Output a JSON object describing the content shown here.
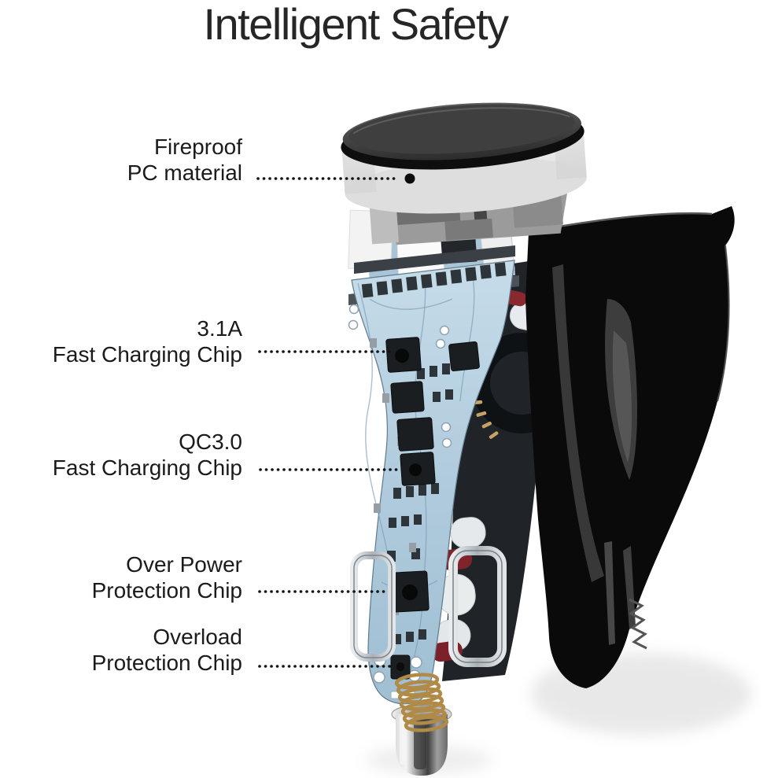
{
  "title": "Intelligent Safety",
  "labels": [
    {
      "line1": "Fireproof",
      "line2": "PC material"
    },
    {
      "line1": "3.1A",
      "line2": "Fast Charging Chip"
    },
    {
      "line1": "QC3.0",
      "line2": "Fast Charging Chip"
    },
    {
      "line1": "Over Power",
      "line2": "Protection Chip"
    },
    {
      "line1": "Overload",
      "line2": "Protection Chip"
    }
  ],
  "colors": {
    "background": "#ffffff",
    "title_text": "#262626",
    "label_text": "#1b1b1b",
    "leader_line": "#141414",
    "pcb_blue": "#aec9db",
    "shell_black": "#0a0a0a",
    "cap_white": "#ebebeb",
    "spring_gold": "#b08a47",
    "capacitor_red": "#7e222b"
  }
}
